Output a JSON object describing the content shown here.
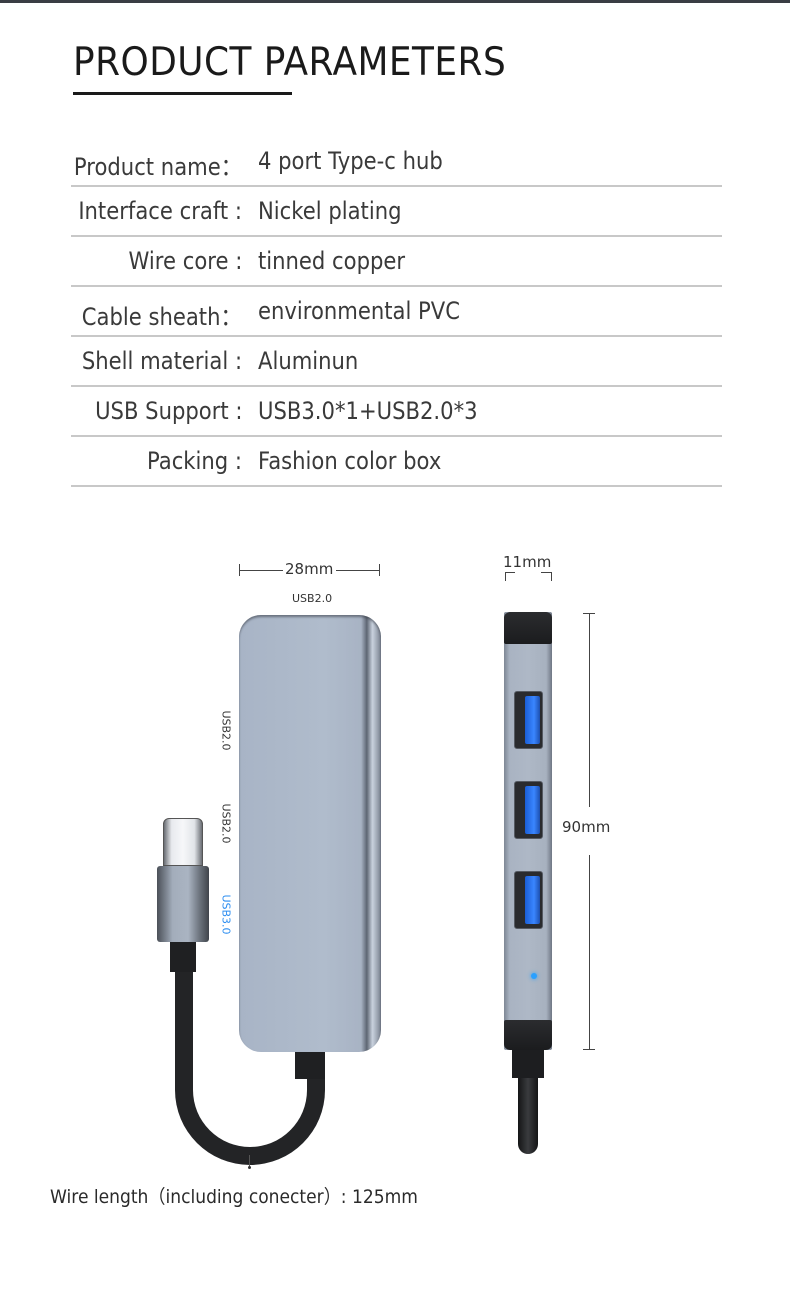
{
  "header": {
    "title": "PRODUCT PARAMETERS"
  },
  "parameters": [
    {
      "label": "Product name：",
      "value": "4 port Type-c hub"
    },
    {
      "label": "Interface craft :",
      "value": "Nickel plating"
    },
    {
      "label": "Wire core :",
      "value": "tinned copper"
    },
    {
      "label": "Cable sheath：",
      "value": "environmental PVC"
    },
    {
      "label": "Shell material :",
      "value": "Aluminun"
    },
    {
      "label": "USB Support :",
      "value": "USB3.0*1+USB2.0*3"
    },
    {
      "label": "Packing :",
      "value": "Fashion color box"
    }
  ],
  "diagram": {
    "width_dim": "28mm",
    "thickness_dim": "11mm",
    "length_dim": "90mm",
    "port_labels": {
      "top": "USB2.0",
      "side_1": "USB2.0",
      "side_2": "USB2.0",
      "side_3": "USB3.0"
    },
    "colors": {
      "usb3_label": "#2a8cf0",
      "shell": "#aab5c5",
      "cable": "#232426",
      "port_tongue": "#2f7af0",
      "led": "#2aa0ff"
    },
    "wire_note": "Wire length（including conecter）: 125mm"
  }
}
